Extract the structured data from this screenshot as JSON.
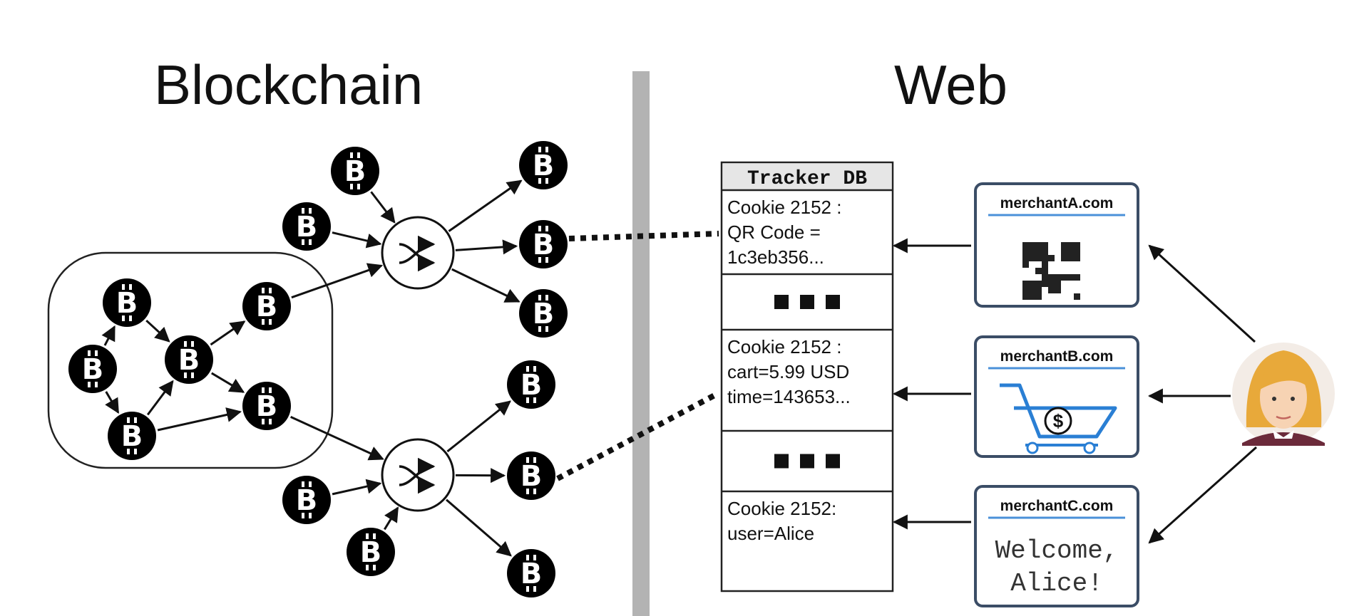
{
  "titles": {
    "left": "Blockchain",
    "right": "Web"
  },
  "coin_symbol": "B",
  "tracker_db": {
    "header": "Tracker DB",
    "cells": [
      {
        "lines": [
          "Cookie 2152 :",
          "QR Code =",
          "1c3eb356..."
        ]
      },
      {
        "lines": []
      },
      {
        "lines": [
          "Cookie 2152 :",
          "cart=5.99 USD",
          "time=143653..."
        ]
      },
      {
        "lines": []
      },
      {
        "lines": [
          "Cookie 2152:",
          "user=Alice"
        ]
      }
    ],
    "ellipsis": "■ ■ ■"
  },
  "merchants": [
    {
      "site": "merchantA.com",
      "content": "qr-code-icon"
    },
    {
      "site": "merchantB.com",
      "content": "shopping-cart-icon",
      "cart_symbol": "$"
    },
    {
      "site": "merchantC.com",
      "content": "welcome-text",
      "welcome_lines": [
        "Welcome,",
        "Alice!"
      ]
    }
  ],
  "icons": [
    "bitcoin-icon",
    "mixer-shuffle-icon",
    "qr-code-icon",
    "shopping-cart-icon",
    "user-avatar-icon"
  ],
  "colors": {
    "coin": "#000000",
    "divider": "#b3b3b3",
    "card_border": "#3b4d66",
    "accent_line": "#4a90d9",
    "cart": "#2a7fd4"
  }
}
